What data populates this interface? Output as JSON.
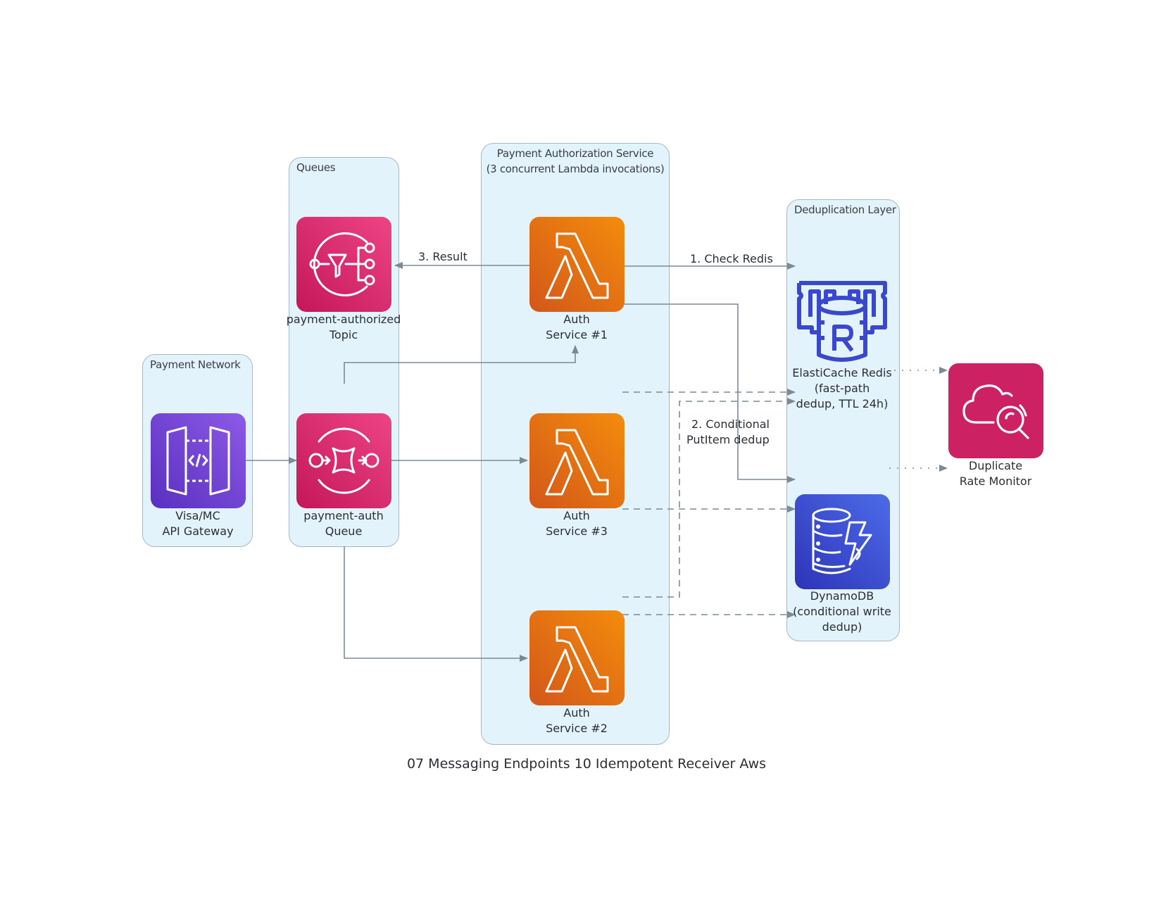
{
  "diagram": {
    "title": "07 Messaging Endpoints 10 Idempotent Receiver Aws",
    "clusters": {
      "payment_network": "Payment Network",
      "queues": "Queues",
      "auth_service": [
        "Payment Authorization Service",
        "(3 concurrent Lambda invocations)"
      ],
      "dedup_layer": "Deduplication Layer"
    },
    "nodes": {
      "api_gateway": {
        "lines": [
          "Visa/MC",
          "API Gateway"
        ],
        "icon": "api-gateway-icon",
        "color": "#7b4ad9"
      },
      "auth_queue": {
        "lines": [
          "payment-auth",
          "Queue"
        ],
        "icon": "sqs-queue-icon",
        "color": "#d9306e"
      },
      "authorized_topic": {
        "lines": [
          "payment-authorized",
          "Topic"
        ],
        "icon": "sns-topic-icon",
        "color": "#d9306e"
      },
      "auth_service_1": {
        "lines": [
          "Auth",
          "Service #1"
        ],
        "icon": "lambda-icon",
        "color": "#e8780f"
      },
      "auth_service_3": {
        "lines": [
          "Auth",
          "Service #3"
        ],
        "icon": "lambda-icon",
        "color": "#e8780f"
      },
      "auth_service_2": {
        "lines": [
          "Auth",
          "Service #2"
        ],
        "icon": "lambda-icon",
        "color": "#e8780f"
      },
      "elasticache": {
        "lines": [
          "ElastiCache Redis",
          "(fast-path",
          "dedup, TTL 24h)"
        ],
        "icon": "elasticache-redis-icon",
        "color": "#3b48cc"
      },
      "dynamodb": {
        "lines": [
          "DynamoDB",
          "(conditional write",
          "dedup)"
        ],
        "icon": "dynamodb-icon",
        "color": "#3b48cc"
      },
      "monitor": {
        "lines": [
          "Duplicate",
          "Rate Monitor"
        ],
        "icon": "cloudwatch-monitor-icon",
        "color": "#cc2264"
      }
    },
    "edges": [
      {
        "from": "api_gateway",
        "to": "auth_queue",
        "label": "",
        "style": "solid"
      },
      {
        "from": "auth_queue",
        "to": "auth_service_1",
        "label": "",
        "style": "solid"
      },
      {
        "from": "auth_queue",
        "to": "auth_service_3",
        "label": "",
        "style": "solid"
      },
      {
        "from": "auth_queue",
        "to": "auth_service_2",
        "label": "",
        "style": "solid"
      },
      {
        "from": "auth_service_1",
        "to": "authorized_topic",
        "label": "3. Result",
        "style": "solid"
      },
      {
        "from": "auth_service_1",
        "to": "elasticache",
        "label": "1. Check Redis",
        "style": "solid"
      },
      {
        "from": "auth_service_1",
        "to": "dynamodb",
        "label": "2. Conditional PutItem dedup",
        "style": "solid"
      },
      {
        "from": "auth_service_3",
        "to": "elasticache",
        "label": "",
        "style": "dashed"
      },
      {
        "from": "auth_service_2",
        "to": "elasticache",
        "label": "",
        "style": "dashed"
      },
      {
        "from": "auth_service_3",
        "to": "dynamodb",
        "label": "",
        "style": "dashed"
      },
      {
        "from": "auth_service_2",
        "to": "dynamodb",
        "label": "",
        "style": "dashed"
      },
      {
        "from": "elasticache",
        "to": "monitor",
        "label": "",
        "style": "dotted"
      },
      {
        "from": "dynamodb",
        "to": "monitor",
        "label": "",
        "style": "dotted"
      }
    ],
    "edge_labels": {
      "result": "3. Result",
      "check_redis": "1. Check Redis",
      "conditional": [
        "2. Conditional",
        "PutItem dedup"
      ]
    },
    "colors": {
      "cluster_fill": "#e2f3fb",
      "cluster_border": "#aab7c2",
      "edge": "#7d8a96"
    }
  }
}
